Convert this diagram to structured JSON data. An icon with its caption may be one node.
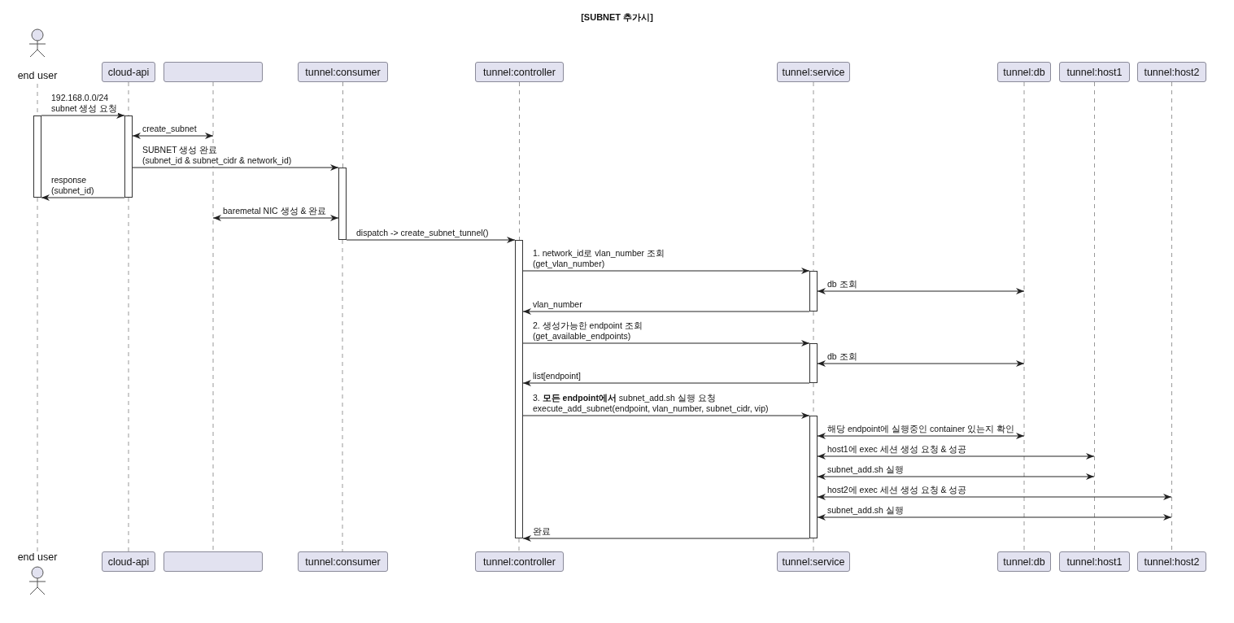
{
  "diagram": {
    "title": "[SUBNET 추가시]",
    "nodes": [
      {
        "text": [
          "end user"
        ]
      },
      {
        "text": [
          "cloud-api"
        ]
      },
      {
        "text": [],
        "shape": "box"
      },
      {
        "text": [
          "tunnel:consumer"
        ]
      },
      {
        "text": [
          "tunnel:controller"
        ]
      },
      {
        "text": [
          "tunnel:service"
        ]
      },
      {
        "text": [
          "tunnel:db"
        ]
      },
      {
        "text": [
          "tunnel:host1"
        ]
      },
      {
        "text": [
          "tunnel:host2"
        ]
      },
      {
        "text": [
          "end user"
        ]
      },
      {
        "text": [
          "cloud-api"
        ]
      },
      {
        "text": [],
        "shape": "box"
      },
      {
        "text": [
          "tunnel:consumer"
        ]
      },
      {
        "text": [
          "tunnel:controller"
        ]
      },
      {
        "text": [
          "tunnel:service"
        ]
      },
      {
        "text": [
          "tunnel:db"
        ]
      },
      {
        "text": [
          "tunnel:host1"
        ]
      },
      {
        "text": [
          "tunnel:host2"
        ]
      },
      {
        "text": [],
        "shape": "bar"
      },
      {
        "text": [],
        "shape": "bar"
      },
      {
        "text": [],
        "shape": "bar"
      },
      {
        "text": [],
        "shape": "bar"
      },
      {
        "text": [],
        "shape": "bar"
      },
      {
        "text": [],
        "shape": "bar"
      },
      {
        "text": [],
        "shape": "bar"
      }
    ],
    "edges": [
      {
        "from": 0,
        "to": 18,
        "arrow": "none",
        "style": "dashed",
        "color": "#999999"
      },
      {
        "from": 18,
        "to": 9,
        "arrow": "none",
        "style": "dashed",
        "color": "#999999"
      },
      {
        "from": 1,
        "to": 19,
        "arrow": "none",
        "style": "dashed",
        "color": "#999999"
      },
      {
        "from": 19,
        "to": 10,
        "arrow": "none",
        "style": "dashed",
        "color": "#999999"
      },
      {
        "from": 2,
        "to": 11,
        "arrow": "none",
        "style": "dashed",
        "color": "#999999"
      },
      {
        "from": 3,
        "to": 20,
        "arrow": "none",
        "style": "dashed",
        "color": "#999999"
      },
      {
        "from": 20,
        "to": 12,
        "arrow": "none",
        "style": "dashed",
        "color": "#999999"
      },
      {
        "from": 4,
        "to": 21,
        "arrow": "none",
        "style": "dashed",
        "color": "#999999"
      },
      {
        "from": 21,
        "to": 13,
        "arrow": "none",
        "style": "dashed",
        "color": "#999999"
      },
      {
        "from": 5,
        "to": 22,
        "arrow": "none",
        "style": "dashed",
        "color": "#999999"
      },
      {
        "from": 22,
        "to": 23,
        "arrow": "none",
        "style": "dashed",
        "color": "#999999"
      },
      {
        "from": 23,
        "to": 24,
        "arrow": "none",
        "style": "dashed",
        "color": "#999999"
      },
      {
        "from": 24,
        "to": 14,
        "arrow": "none",
        "style": "dashed",
        "color": "#999999"
      },
      {
        "from": 6,
        "to": 15,
        "arrow": "none",
        "style": "dashed",
        "color": "#999999"
      },
      {
        "from": 7,
        "to": 16,
        "arrow": "none",
        "style": "dashed",
        "color": "#999999"
      },
      {
        "from": 8,
        "to": 17,
        "arrow": "none",
        "style": "dashed",
        "color": "#999999"
      },
      {
        "from": 18,
        "to": 19,
        "arrow": "to",
        "label": "192.168.0.0/24 subnet 생성 요청"
      },
      {
        "from": 19,
        "to": null,
        "arrow": "both",
        "label": "create_subnet"
      },
      {
        "from": 19,
        "to": 20,
        "arrow": "to",
        "label": "SUBNET 생성 완료 (subnet_id & subnet_cidr & network_id)"
      },
      {
        "from": 19,
        "to": 18,
        "arrow": "to",
        "label": "response (subnet_id)"
      },
      {
        "from": null,
        "to": 20,
        "arrow": "both",
        "label": "baremetal NIC 생성 & 완료"
      },
      {
        "from": 20,
        "to": 21,
        "arrow": "to",
        "label": "dispatch -> create_subnet_tunnel()"
      },
      {
        "from": 21,
        "to": 22,
        "arrow": "to",
        "label": "1. network_id로 vlan_number 조회 (get_vlan_number)"
      },
      {
        "from": 22,
        "to": null,
        "arrow": "both",
        "label": "db 조회"
      },
      {
        "from": 22,
        "to": 21,
        "arrow": "to",
        "label": "vlan_number"
      },
      {
        "from": 21,
        "to": 23,
        "arrow": "to",
        "label": "2. 생성가능한 endpoint 조회 (get_available_endpoints)"
      },
      {
        "from": 23,
        "to": null,
        "arrow": "both",
        "label": "db 조회"
      },
      {
        "from": 23,
        "to": 21,
        "arrow": "to",
        "label": "list[endpoint]"
      },
      {
        "from": 21,
        "to": 24,
        "arrow": "to",
        "label": "3. **모든 endpoint에서** subnet_add.sh 실행 요청 execute_add_subnet(endpoint, vlan_number, subnet_cidr, vip)"
      },
      {
        "from": 24,
        "to": null,
        "arrow": "both",
        "label": "해당 endpoint에 실행중인 container 있는지 확인"
      },
      {
        "from": 24,
        "to": null,
        "arrow": "both",
        "label": "host1에 exec 세션 생성 요청 & 성공"
      },
      {
        "from": 24,
        "to": null,
        "arrow": "both",
        "label": "subnet_add.sh 실행"
      },
      {
        "from": 24,
        "to": null,
        "arrow": "both",
        "label": "host2에 exec 세션 생성 요청 & 성공"
      },
      {
        "from": 24,
        "to": null,
        "arrow": "both",
        "label": "subnet_add.sh 실행"
      },
      {
        "from": 24,
        "to": 21,
        "arrow": "to",
        "label": "완료"
      }
    ]
  }
}
